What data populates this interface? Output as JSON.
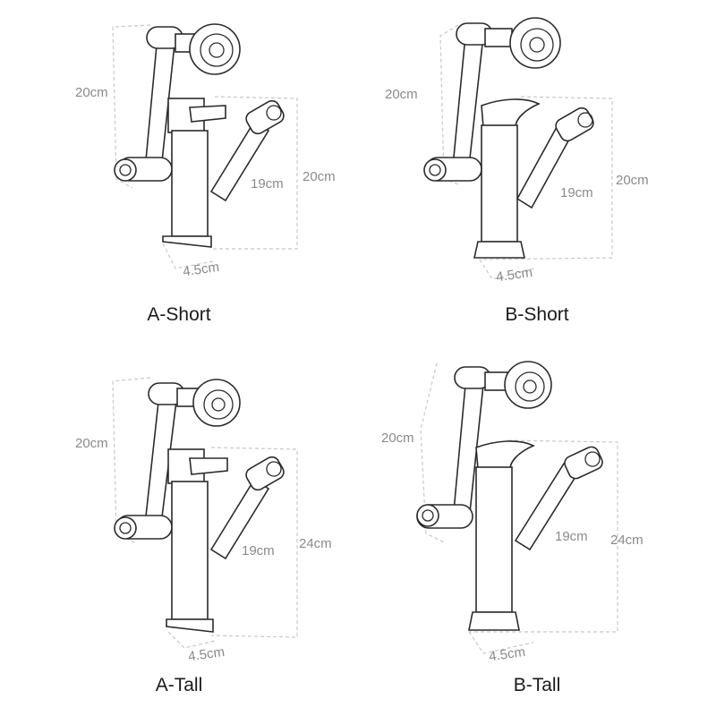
{
  "variants": [
    {
      "label": "A-Short",
      "body": "square",
      "height_tall": false,
      "dims": {
        "arm": "20cm",
        "hose": "19cm",
        "height": "20cm",
        "base": "4.5cm"
      }
    },
    {
      "label": "B-Short",
      "body": "round",
      "height_tall": false,
      "dims": {
        "arm": "20cm",
        "hose": "19cm",
        "height": "20cm",
        "base": "4.5cm"
      }
    },
    {
      "label": "A-Tall",
      "body": "square",
      "height_tall": true,
      "dims": {
        "arm": "20cm",
        "hose": "19cm",
        "height": "24cm",
        "base": "4.5cm"
      }
    },
    {
      "label": "B-Tall",
      "body": "round",
      "height_tall": true,
      "dims": {
        "arm": "20cm",
        "hose": "19cm",
        "height": "24cm",
        "base": "4.5cm"
      }
    }
  ],
  "colors": {
    "line": "#2b2b2b",
    "dimension": "#8a8a8a",
    "caption": "#1a1a1a"
  }
}
